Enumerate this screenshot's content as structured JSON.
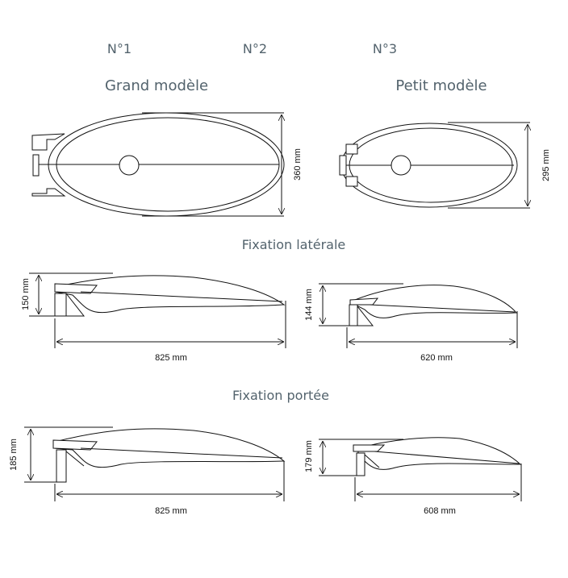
{
  "numbers": [
    "N°1",
    "N°2",
    "N°3"
  ],
  "top_view": {
    "large_title": "Grand modèle",
    "small_title": "Petit modèle",
    "large_width": "360   mm",
    "small_width": "295   mm"
  },
  "side_mount": {
    "title": "Fixation latérale",
    "large_height": "150   mm",
    "large_length": "825   mm",
    "small_height": "144   mm",
    "small_length": "620   mm"
  },
  "top_mount": {
    "title": "Fixation portée",
    "large_height": "185   mm",
    "large_length": "825   mm",
    "small_height": "179   mm",
    "small_length": "608   mm"
  }
}
